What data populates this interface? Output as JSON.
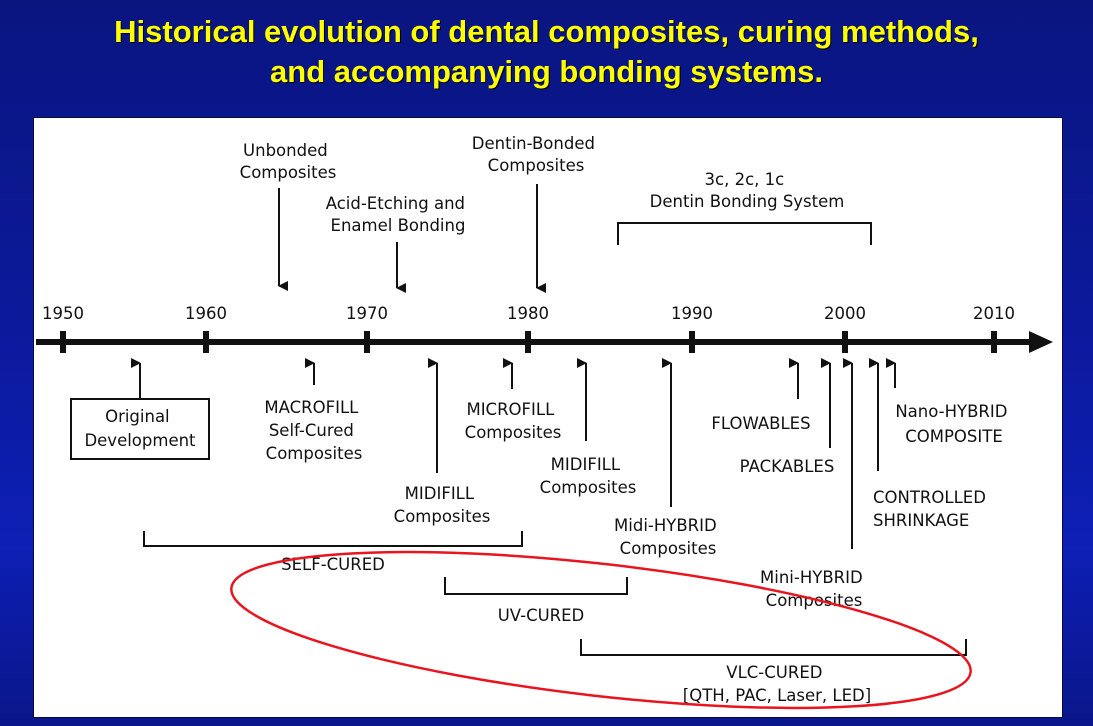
{
  "title": {
    "line1": "Historical evolution of dental composites, curing methods,",
    "line2": "and accompanying bonding systems."
  },
  "timeline": {
    "years": [
      "1950",
      "1960",
      "1970",
      "1980",
      "1990",
      "2000",
      "2010"
    ]
  },
  "above": {
    "unbonded": [
      "Unbonded",
      "Composites"
    ],
    "acid_etching": [
      "Acid-Etching and",
      "Enamel Bonding"
    ],
    "dentin_bonded": [
      "Dentin-Bonded",
      "Composites"
    ],
    "dentin_bonding_system": [
      "3c, 2c, 1c",
      "Dentin Bonding System"
    ]
  },
  "below": {
    "original": [
      "Original",
      "Development"
    ],
    "macrofill": [
      "MACROFILL",
      "Self-Cured",
      "Composites"
    ],
    "midifill_1": [
      "MIDIFILL",
      "Composites"
    ],
    "microfill": [
      "MICROFILL",
      "Composites"
    ],
    "midifill_2": [
      "MIDIFILL",
      "Composites"
    ],
    "midi_hybrid": [
      "Midi-HYBRID",
      "Composites"
    ],
    "flowables": [
      "FLOWABLES"
    ],
    "packables": [
      "PACKABLES"
    ],
    "mini_hybrid": [
      "Mini-HYBRID",
      "Composites"
    ],
    "controlled": [
      "CONTROLLED",
      "SHRINKAGE"
    ],
    "nano_hybrid": [
      "Nano-HYBRID",
      "COMPOSITE"
    ]
  },
  "curing": {
    "self_cured": "SELF-CURED",
    "uv_cured": "UV-CURED",
    "vlc_cured": [
      "VLC-CURED",
      "[QTH, PAC, Laser, LED]"
    ]
  },
  "colors": {
    "title": "#ffff00",
    "highlight_ellipse": "#e8141e",
    "background": "#0b1a9c"
  }
}
